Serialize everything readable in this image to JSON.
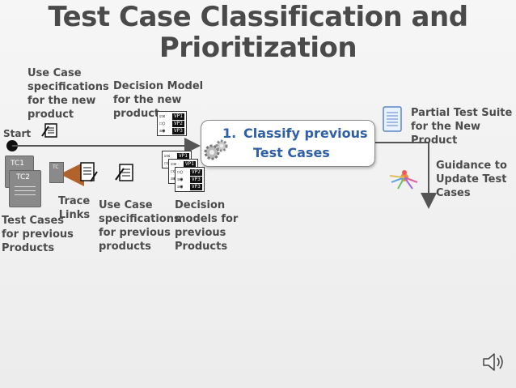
{
  "title": {
    "line1": "Test Case Classification and",
    "line2": "Prioritization"
  },
  "labels": {
    "start": "Start",
    "use_case_new": "Use Case\nspecifications\nfor the new\nproduct",
    "decision_model_new": "Decision Model\nfor the new\nproduct",
    "partial_suite": "Partial Test Suite\n for the New Product",
    "guidance": "Guidance to\nUpdate Test\nCases",
    "trace": "Trace\nLinks",
    "test_cases_prev": "Test Cases\nfor previous\nProducts",
    "use_case_prev": "Use Case\nspecifications\nfor previous\nproducts",
    "decision_prev": "Decision\nmodels for\nprevious\nProducts"
  },
  "step": {
    "number": "1.",
    "text_line1": "Classify previous",
    "text_line2": "Test Cases"
  },
  "test_case_cards": [
    "TC1",
    "TC2",
    "TC"
  ],
  "vp_rows": [
    {
      "symbol": "☑☒",
      "tag": "VP1"
    },
    {
      "symbol": "☐○",
      "tag": "VP2"
    },
    {
      "symbol": "☒◉",
      "tag": "VP3"
    }
  ],
  "colors": {
    "step_text": "#2e5fa8",
    "trace_arrow": "#b2622a",
    "line": "#555555"
  },
  "icons": {
    "speaker": "speaker-icon",
    "gears": "gears-icon",
    "document": "document-icon",
    "edit": "document-edit-icon"
  }
}
